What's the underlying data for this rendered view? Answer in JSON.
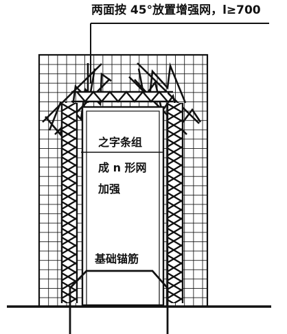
{
  "labels": {
    "top": "两面按 45°放置增强网，l≥700",
    "zigzag": "之字条组",
    "n_shape": "成 n 形网",
    "reinforce": "加强",
    "anchor": "基础锚筋"
  },
  "icons": {
    "mesh": "wire-mesh-grid",
    "truss": "zigzag-truss",
    "leader": "leader-line"
  },
  "colors": {
    "ink": "#111111",
    "paper": "#ffffff"
  }
}
